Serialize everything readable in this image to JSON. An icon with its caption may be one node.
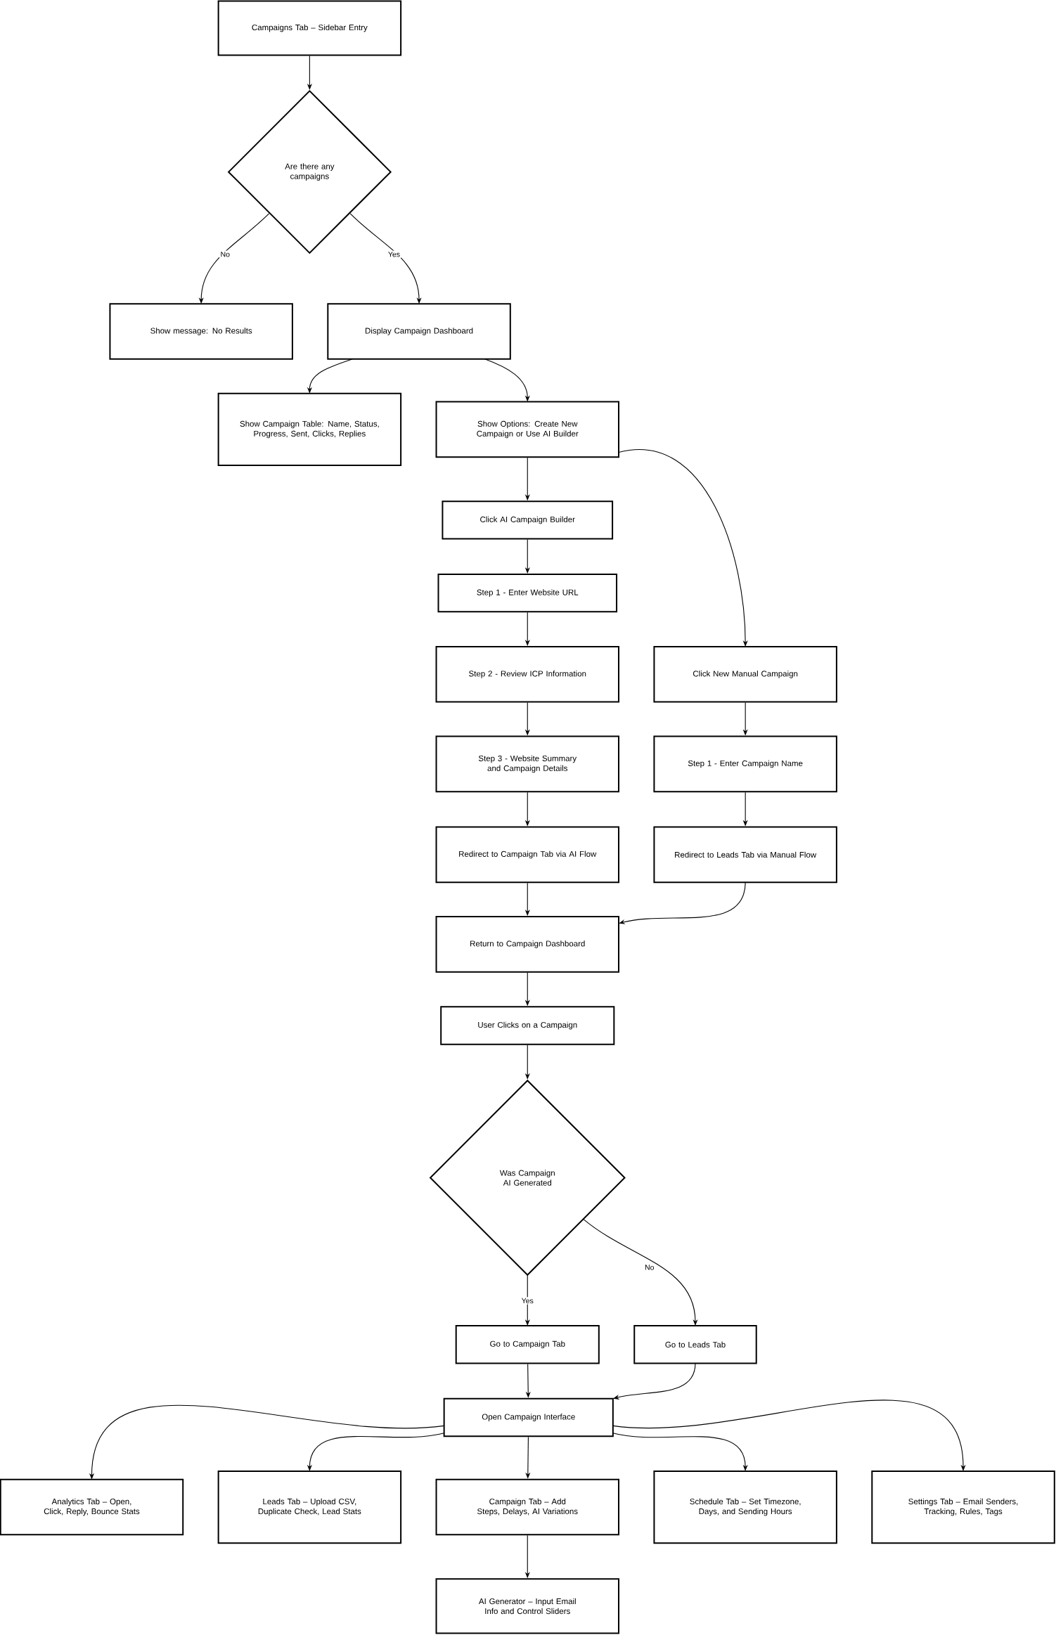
{
  "diagram": {
    "nodes": [
      {
        "text": [
          "Campaigns Tab – Sidebar Entry"
        ]
      },
      {
        "text": [
          "Are there any campaigns"
        ]
      },
      {
        "text": [
          "Show message: No Results"
        ]
      },
      {
        "text": [
          "Display Campaign Dashboard"
        ]
      },
      {
        "text": [
          "Show Campaign Table: Name, Status, Progress, Sent, Clicks, Replies"
        ]
      },
      {
        "text": [
          "Show Options: Create New Campaign or Use AI Builder"
        ]
      },
      {
        "text": [
          "Click AI Campaign Builder"
        ]
      },
      {
        "text": [
          "Step 1 - Enter Website URL"
        ]
      },
      {
        "text": [
          "Step 2 - Review ICP Information"
        ]
      },
      {
        "text": [
          "Click New Manual Campaign"
        ]
      },
      {
        "text": [
          "Step 3 - Website Summary and Campaign Details"
        ]
      },
      {
        "text": [
          "Step 1 - Enter Campaign Name"
        ]
      },
      {
        "text": [
          "Redirect to Campaign Tab via AI Flow"
        ]
      },
      {
        "text": [
          "Redirect to Leads Tab via Manual Flow"
        ]
      },
      {
        "text": [
          "Return to Campaign Dashboard"
        ]
      },
      {
        "text": [
          "User Clicks on a Campaign"
        ]
      },
      {
        "text": [
          "Was Campaign AI Generated"
        ]
      },
      {
        "text": [
          "Go to Campaign Tab"
        ]
      },
      {
        "text": [
          "Go to Leads Tab"
        ]
      },
      {
        "text": [
          "Open Campaign Interface"
        ]
      },
      {
        "text": [
          "Analytics Tab – Open, Click, Reply, Bounce Stats"
        ]
      },
      {
        "text": [
          "Leads Tab – Upload CSV, Duplicate Check, Lead Stats"
        ]
      },
      {
        "text": [
          "Campaign Tab – Add Steps, Delays, AI Variations"
        ]
      },
      {
        "text": [
          "Schedule Tab – Set Timezone, Days, and Sending Hours"
        ]
      },
      {
        "text": [
          "Settings Tab – Email Senders, Tracking, Rules, Tags"
        ]
      },
      {
        "text": [
          "AI Generator – Input Email Info and Control Sliders"
        ]
      }
    ],
    "edges": [
      {
        "from": 0,
        "to": 1,
        "arrow": "to"
      },
      {
        "from": 1,
        "to": 2,
        "arrow": "to",
        "label": "No"
      },
      {
        "from": 1,
        "to": 3,
        "arrow": "to",
        "label": "Yes"
      },
      {
        "from": 3,
        "to": 4,
        "arrow": "to"
      },
      {
        "from": 3,
        "to": 5,
        "arrow": "to"
      },
      {
        "from": 5,
        "to": 6,
        "arrow": "to"
      },
      {
        "from": 5,
        "to": 9,
        "arrow": "to"
      },
      {
        "from": 6,
        "to": 7,
        "arrow": "to"
      },
      {
        "from": 7,
        "to": 8,
        "arrow": "to"
      },
      {
        "from": 8,
        "to": 10,
        "arrow": "to"
      },
      {
        "from": 9,
        "to": 11,
        "arrow": "to"
      },
      {
        "from": 10,
        "to": 12,
        "arrow": "to"
      },
      {
        "from": 11,
        "to": 13,
        "arrow": "to"
      },
      {
        "from": 12,
        "to": 14,
        "arrow": "to"
      },
      {
        "from": 13,
        "to": 14,
        "arrow": "to"
      },
      {
        "from": 14,
        "to": 15,
        "arrow": "to"
      },
      {
        "from": 15,
        "to": 16,
        "arrow": "to"
      },
      {
        "from": 16,
        "to": 17,
        "arrow": "to",
        "label": "Yes"
      },
      {
        "from": 16,
        "to": 18,
        "arrow": "to",
        "label": "No"
      },
      {
        "from": 17,
        "to": 19,
        "arrow": "to"
      },
      {
        "from": 18,
        "to": 19,
        "arrow": "to"
      },
      {
        "from": 19,
        "to": 20,
        "arrow": "to"
      },
      {
        "from": 19,
        "to": 21,
        "arrow": "to"
      },
      {
        "from": 19,
        "to": 22,
        "arrow": "to"
      },
      {
        "from": 19,
        "to": 23,
        "arrow": "to"
      },
      {
        "from": 19,
        "to": 24,
        "arrow": "to"
      },
      {
        "from": 22,
        "to": 25,
        "arrow": "to"
      }
    ]
  }
}
